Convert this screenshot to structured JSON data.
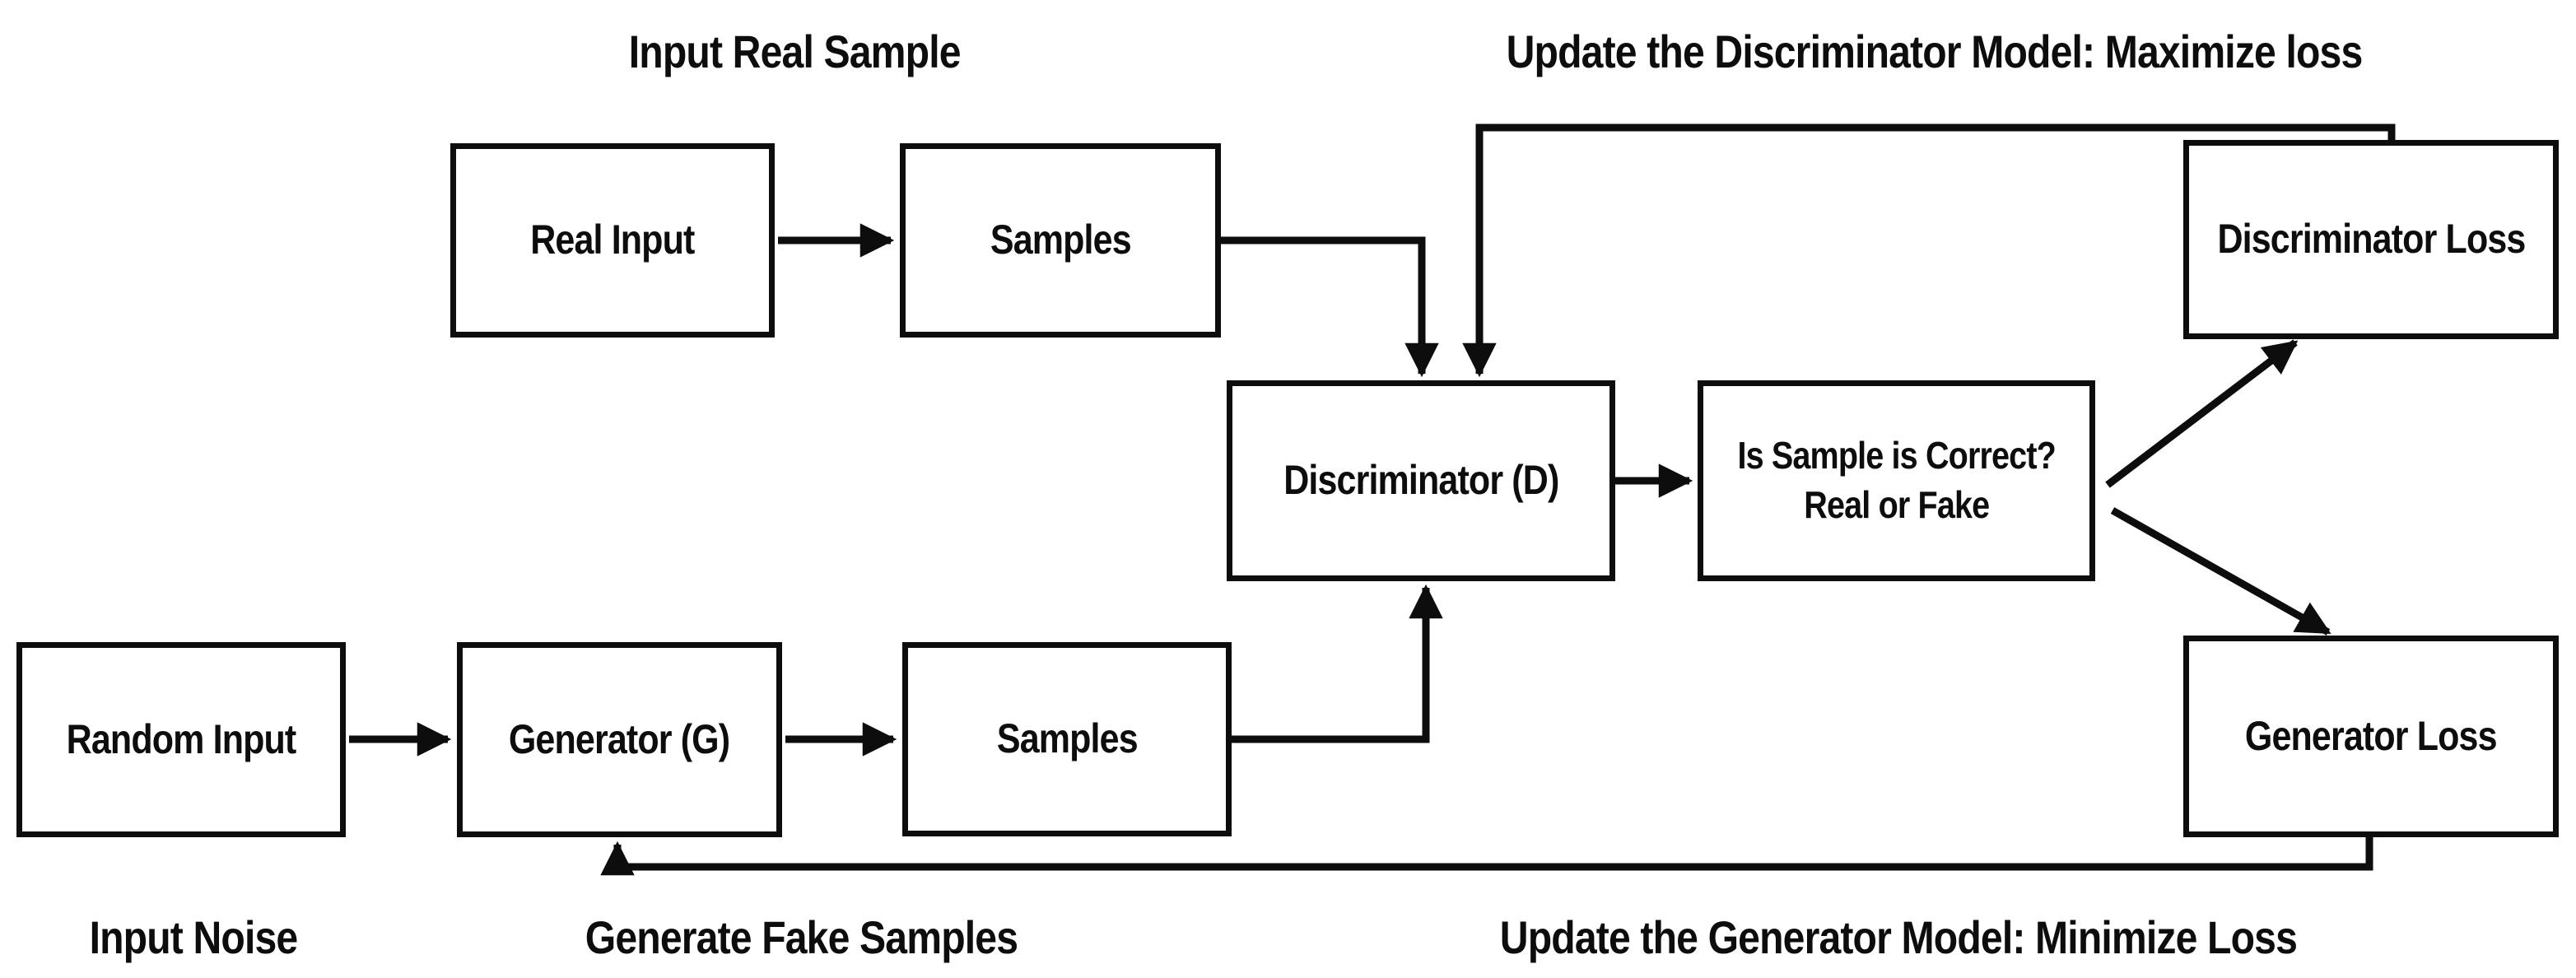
{
  "colors": {
    "background": "#ffffff",
    "stroke": "#0d0d0d",
    "text": "#0d0d0d"
  },
  "nodes": {
    "real_input": {
      "label": "Real Input"
    },
    "samples_real": {
      "label": "Samples"
    },
    "discriminator": {
      "label": "Discriminator (D)"
    },
    "decision": {
      "line1": "Is Sample is Correct?",
      "line2": "Real or Fake"
    },
    "discriminator_loss": {
      "label": "Discriminator Loss"
    },
    "generator_loss": {
      "label": "Generator Loss"
    },
    "random_input": {
      "label": "Random Input"
    },
    "generator": {
      "label": "Generator (G)"
    },
    "samples_fake": {
      "label": "Samples"
    }
  },
  "annotations": {
    "input_real_sample": "Input Real Sample",
    "update_discriminator": "Update the Discriminator Model: Maximize loss",
    "input_noise": "Input Noise",
    "generate_fake_samples": "Generate Fake Samples",
    "update_generator": "Update the Generator Model: Minimize Loss"
  },
  "edges": [
    {
      "from": "real_input",
      "to": "samples_real",
      "style": "arrow-right"
    },
    {
      "from": "samples_real",
      "to": "discriminator",
      "style": "elbow-right-down"
    },
    {
      "from": "random_input",
      "to": "generator",
      "style": "arrow-right"
    },
    {
      "from": "generator",
      "to": "samples_fake",
      "style": "arrow-right"
    },
    {
      "from": "samples_fake",
      "to": "discriminator",
      "style": "elbow-right-up"
    },
    {
      "from": "discriminator",
      "to": "decision",
      "style": "arrow-right"
    },
    {
      "from": "decision",
      "to": "discriminator_loss",
      "style": "diagonal-up-right"
    },
    {
      "from": "decision",
      "to": "generator_loss",
      "style": "diagonal-down-right"
    },
    {
      "from": "discriminator_loss",
      "to": "discriminator",
      "style": "feedback-top",
      "annotation_ref": "update_discriminator"
    },
    {
      "from": "generator_loss",
      "to": "generator",
      "style": "feedback-bottom",
      "annotation_ref": "update_generator"
    }
  ]
}
